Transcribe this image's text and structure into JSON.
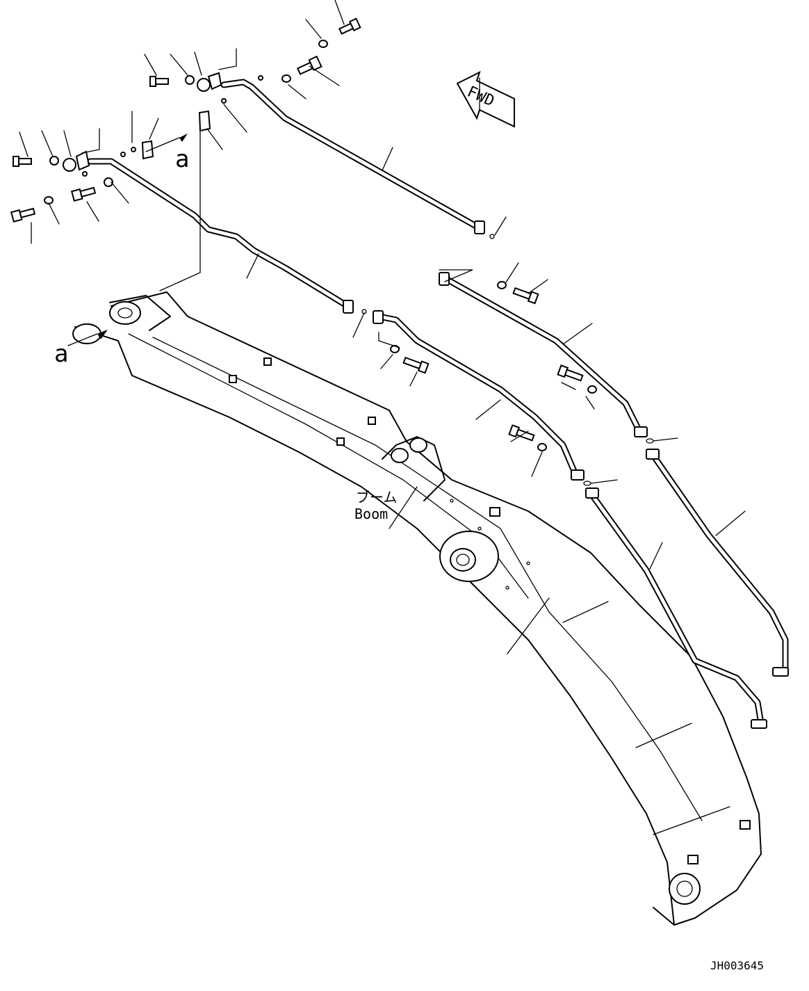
{
  "labels": {
    "detail_a_top": "a",
    "detail_a_left": "a",
    "boom_jp": "ブーム",
    "boom_en": "Boom",
    "fwd": "FWD",
    "drawing_id": "JH003645"
  },
  "colors": {
    "line": "#000000",
    "background": "#ffffff"
  },
  "icons": {
    "direction": "fwd-arrow-icon"
  }
}
